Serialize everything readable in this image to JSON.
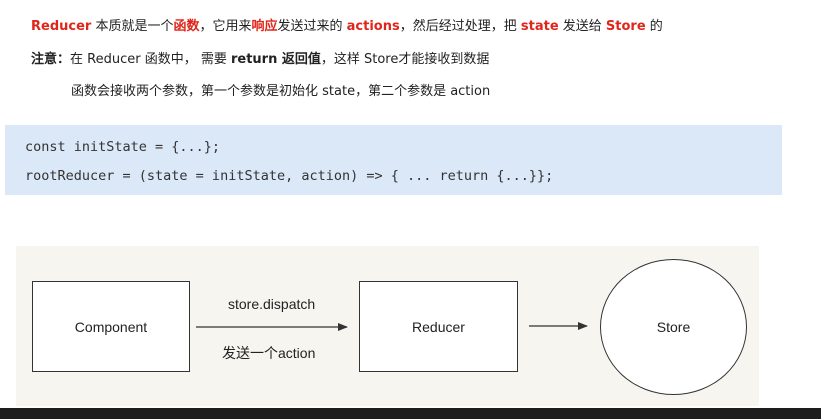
{
  "text": {
    "line1": {
      "p1": "Reducer",
      "p2": " 本质就是一个",
      "p3": "函数",
      "p4": "，它用来",
      "p5": "响应",
      "p6": "发送过来的 ",
      "p7": "actions",
      "p8": "，然后经过处理，把 ",
      "p9": "state",
      "p10": " 发送给 ",
      "p11": "Store",
      "p12": " 的"
    },
    "line2": {
      "p1": "注意：",
      "p2": "在 Reducer 函数中， 需要 ",
      "p3": "return 返回值",
      "p4": "，这样 Store才能接收到数据"
    },
    "line3": "函数会接收两个参数，第一个参数是初始化 state，第二个参数是 action"
  },
  "code": {
    "line1": "const initState = {...};",
    "line2": "rootReducer = (state = initState, action) => { ... return {...}};"
  },
  "diagram": {
    "component": "Component",
    "reducer": "Reducer",
    "store": "Store",
    "dispatch_label": "store.dispatch",
    "send_label": "发送一个action"
  },
  "colors": {
    "highlight_red": "#e0261a",
    "code_bg": "#dbe8f8",
    "diagram_bg": "#f7f5ef"
  }
}
